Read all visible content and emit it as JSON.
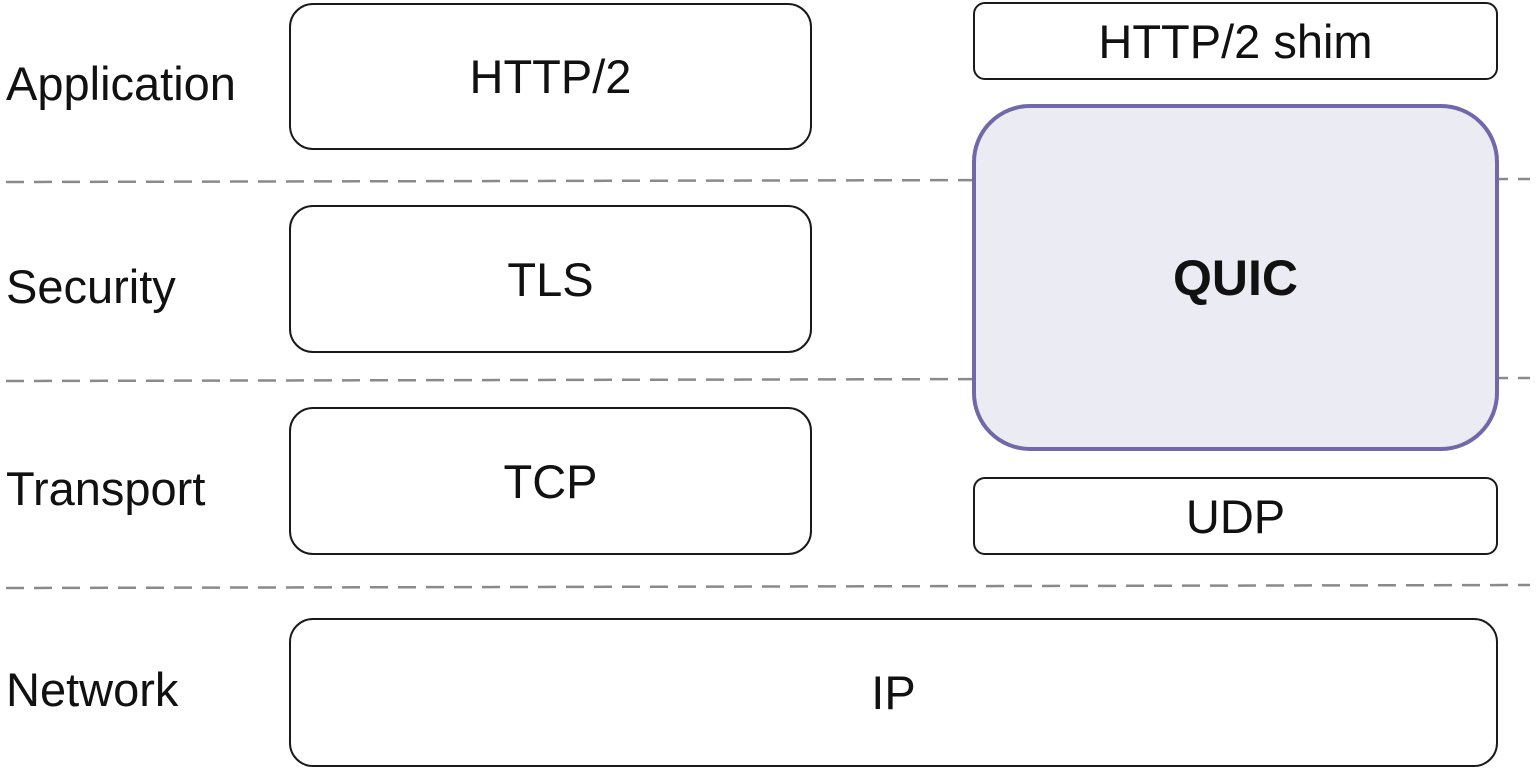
{
  "layers": {
    "application": "Application",
    "security": "Security",
    "transport": "Transport",
    "network": "Network"
  },
  "tcp_stack": {
    "application": "HTTP/2",
    "security": "TLS",
    "transport": "TCP"
  },
  "quic_stack": {
    "shim": "HTTP/2 shim",
    "quic": "QUIC",
    "udp": "UDP"
  },
  "network": {
    "ip": "IP"
  },
  "colors": {
    "quic_border": "#7068a8",
    "quic_fill": "#ebebf3",
    "divider": "#8a8a8a"
  }
}
